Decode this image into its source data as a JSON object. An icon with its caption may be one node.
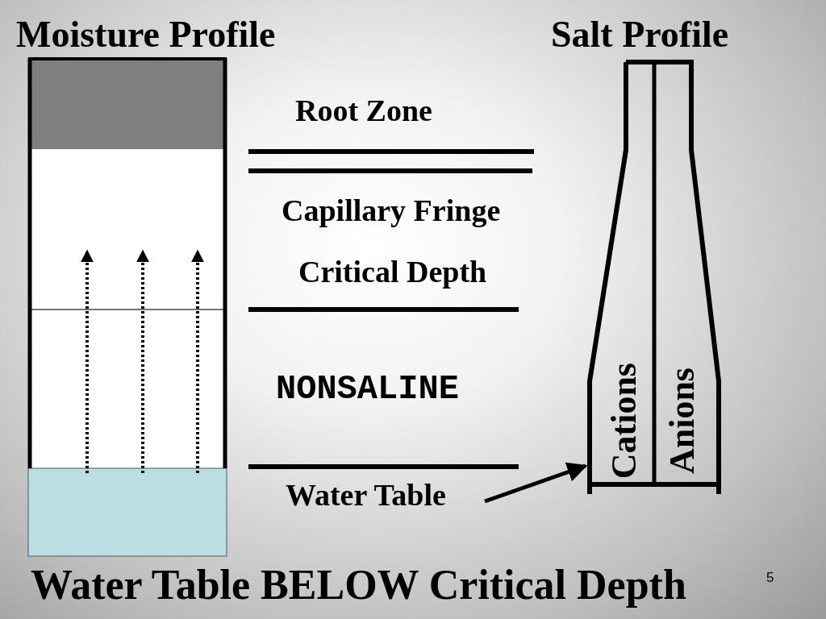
{
  "diagram": {
    "title": "Water Table BELOW Critical Depth",
    "nodes": [
      {
        "text": [
          "Moisture Profile"
        ]
      },
      {
        "text": [
          "Salt Profile"
        ]
      },
      {
        "text": [
          "Cations"
        ],
        "in": 1
      },
      {
        "text": [
          "Anions"
        ],
        "in": 1
      },
      {
        "text": [
          "Water Table"
        ]
      }
    ],
    "edges": [
      {
        "from": 4,
        "to": 1,
        "arrow": "to"
      }
    ],
    "labels": [
      "Root Zone",
      "Capillary Fringe",
      "Critical Depth",
      "NONSALINE",
      "5"
    ]
  }
}
